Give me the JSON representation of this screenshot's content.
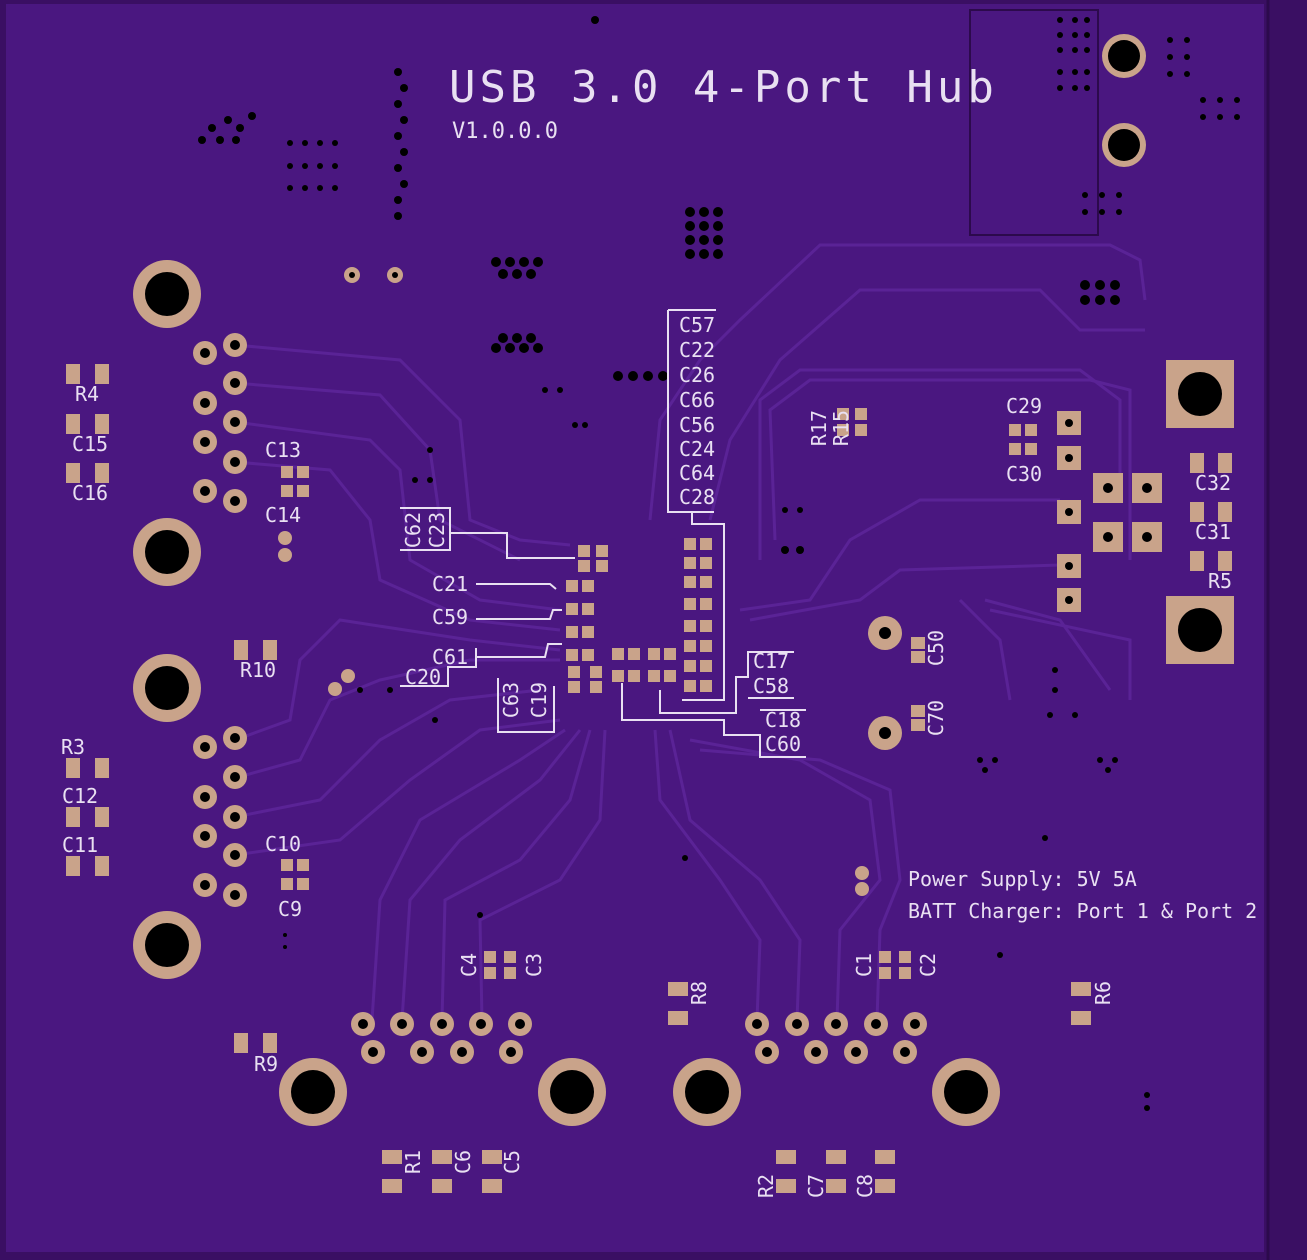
{
  "board": {
    "title": "USB 3.0 4-Port Hub",
    "version": "V1.0.0.0",
    "notes": [
      "Power Supply: 5V 5A",
      "BATT Charger: Port 1 & Port 2"
    ]
  },
  "colors": {
    "substrate": "#3a0f63",
    "copper_pour": "#4a1780",
    "trace": "#5b2396",
    "pad": "#c9a38a",
    "silkscreen": "#e9e0f2",
    "hole": "#000000"
  },
  "designators": {
    "left_side": [
      "R4",
      "C15",
      "C16",
      "C13",
      "C14",
      "R10",
      "R3",
      "C12",
      "C11",
      "C10",
      "C9",
      "R9"
    ],
    "center": [
      "C62",
      "C23",
      "C21",
      "C59",
      "C61",
      "C20",
      "C63",
      "C19"
    ],
    "center_stack": [
      "C57",
      "C22",
      "C26",
      "C66",
      "C56",
      "C24",
      "C64",
      "C28"
    ],
    "center_right": [
      "C17",
      "C58",
      "C18",
      "C60",
      "C50",
      "C70",
      "R17",
      "R15"
    ],
    "right_side": [
      "C29",
      "C30",
      "C32",
      "C31",
      "R5",
      "R6"
    ],
    "bottom": [
      "C4",
      "C3",
      "R8",
      "C1",
      "C2",
      "R1",
      "C6",
      "C5",
      "R2",
      "C7",
      "C8"
    ]
  }
}
